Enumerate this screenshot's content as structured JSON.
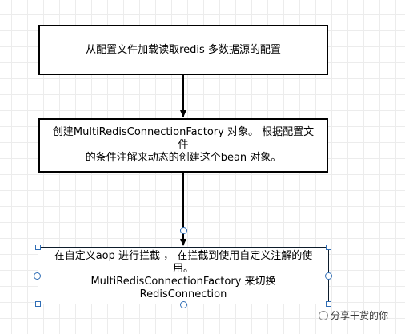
{
  "diagram": {
    "nodes": [
      {
        "id": "n1",
        "lines": [
          "从配置文件加载读取redis 多数据源的配置"
        ]
      },
      {
        "id": "n2",
        "lines": [
          "创建MultiRedisConnectionFactory 对象。 根据配置文件",
          "的条件注解来动态的创建这个bean 对象。"
        ]
      },
      {
        "id": "n3",
        "lines": [
          "在自定义aop  进行拦截 ， 在拦截到使用自定义注解的使",
          "用。",
          "MultiRedisConnectionFactory 来切换 RedisConnection"
        ]
      }
    ],
    "edges": [
      {
        "from": "n1",
        "to": "n2"
      },
      {
        "from": "n2",
        "to": "n3"
      }
    ],
    "selected_node": "n3"
  },
  "watermark": {
    "text": "分享干货的你"
  },
  "colors": {
    "stroke": "#000000",
    "selection": "#2f6db5",
    "grid": "#ececec"
  }
}
